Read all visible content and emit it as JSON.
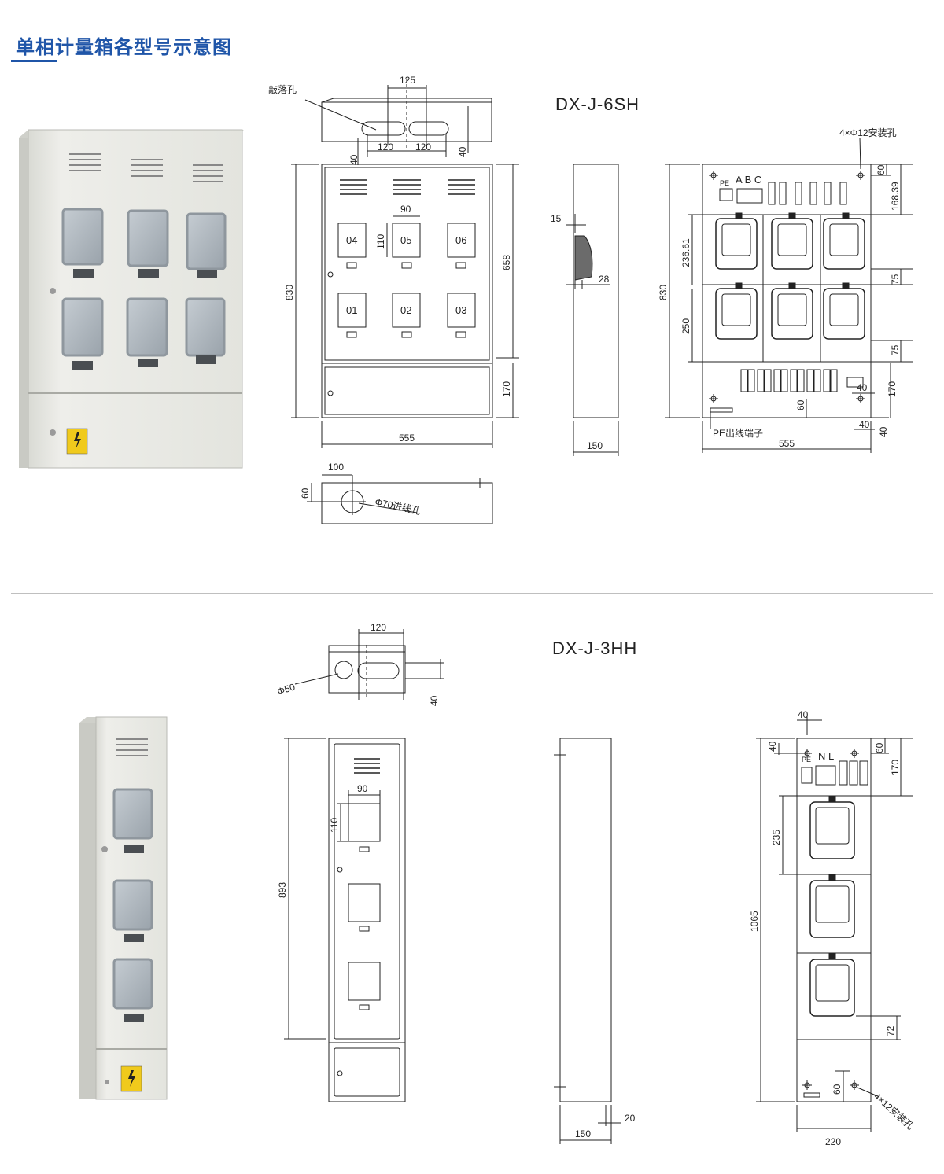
{
  "page": {
    "title": "单相计量箱各型号示意图",
    "accent_color": "#1f55a8"
  },
  "section1": {
    "model": "DX-J-6SH",
    "meters": [
      "04",
      "05",
      "06",
      "01",
      "02",
      "03"
    ],
    "labels": {
      "knockout": "敲落孔",
      "mounting_holes": "4×Φ12安装孔",
      "pe_terminal": "PE出线端子",
      "inlet_hole": "Φ70进线孔",
      "pe": "PE",
      "abc": "A B C"
    },
    "dims": {
      "top_125": "125",
      "top_120a": "120",
      "top_120b": "120",
      "top_40a": "40",
      "top_40b": "40",
      "front_830": "830",
      "front_658": "658",
      "front_170": "170",
      "front_555": "555",
      "front_90": "90",
      "front_110": "110",
      "side_15": "15",
      "side_28": "28",
      "side_150": "150",
      "back_830": "830",
      "back_236": "236.61",
      "back_250": "250",
      "back_60": "60",
      "back_168": "168.39",
      "back_75a": "75",
      "back_75b": "75",
      "back_170": "170",
      "back_40a": "40",
      "back_40b": "40",
      "back_60b": "60",
      "back_555": "555",
      "bottom_100": "100",
      "bottom_60": "60"
    }
  },
  "section2": {
    "model": "DX-J-3HH",
    "labels": {
      "hole": "Φ50",
      "mounting_holes": "4×12安装孔",
      "pe": "PE",
      "nl": "N L"
    },
    "dims": {
      "top_120": "120",
      "top_40": "40",
      "front_893": "893",
      "front_90": "90",
      "front_110": "110",
      "side_20": "20",
      "side_150": "150",
      "back_40a": "40",
      "back_40b": "40",
      "back_60a": "60",
      "back_170": "170",
      "back_235": "235",
      "back_1065": "1065",
      "back_72": "72",
      "back_60b": "60",
      "back_220": "220"
    }
  }
}
